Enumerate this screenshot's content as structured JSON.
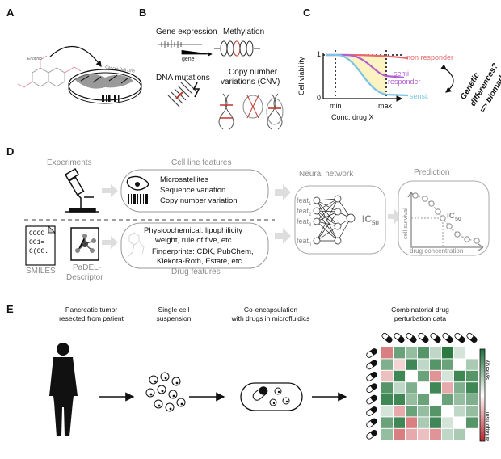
{
  "panels": {
    "a": "A",
    "b": "B",
    "c": "C",
    "d": "D",
    "e": "E"
  },
  "panel_a": {
    "drug_label": "Erlotinib",
    "dish_label": "Cancer Cell Line"
  },
  "panel_b": {
    "gene_expression": "Gene expression",
    "gene": "gene",
    "methylation": "Methylation",
    "dna_mutations": "DNA mutations",
    "cnv_line1": "Copy number",
    "cnv_line2": "variations (CNV)"
  },
  "panel_c": {
    "ylabel": "Cell viability",
    "xlabel": "Conc. drug X",
    "y_one": "1",
    "y_zero": "0",
    "x_min": "min",
    "x_max": "max",
    "non_responder": "non responder",
    "semi": "semi",
    "responder": "responder",
    "sensi": "sensi.",
    "side_line1": "Genetic",
    "side_line2": "differences?",
    "side_line3": "=> biomarker",
    "colors": {
      "non_responder": "#e8696b",
      "semi_responder": "#b15fd0",
      "sensitive": "#79c3e6",
      "shade": "#fdf3c2"
    }
  },
  "panel_d": {
    "experiments": "Experiments",
    "cell_line_features": "Cell line features",
    "features": [
      "Microsatellites",
      "Sequence variation",
      "Copy number variation"
    ],
    "smiles_box": [
      "COCC",
      "OC1=",
      "C(OC."
    ],
    "smiles": "SMILES",
    "padel_line1": "PaDEL-",
    "padel_line2": "Descriptor",
    "physchem_line1": "Physicochemical: lipophilicity",
    "physchem_line2": "weight, rule of five, etc.",
    "fp_line1": "Fingerprints:   CDK, PubChem,",
    "fp_line2": "Klekota-Roth, Estate, etc.",
    "drug_features": "Drug features",
    "neural_network": "Neural network",
    "feat": "feat",
    "sub1": "1",
    "sub2": "2",
    "sub3": "3",
    "subn": "n",
    "ic": "IC",
    "ic_sub": "50",
    "prediction": "Prediction",
    "cell_survival": "cell survival",
    "drug_concentration": "drug concentration"
  },
  "panel_e": {
    "step1_line1": "Pancreatic tumor",
    "step1_line2": "resected from patient",
    "step2_line1": "Single cell",
    "step2_line2": "suspension",
    "step3_line1": "Co-encapsulation",
    "step3_line2": "with drugs in microfluidics",
    "step4_line1": "Combinatorial drug",
    "step4_line2": "perturbation data",
    "synergy": "synergy",
    "antagonism": "antagonism",
    "colors": {
      "synergy": "#2a7a41",
      "antagonism": "#c0292f"
    },
    "heatmap": [
      [
        -0.6,
        0.7,
        0.5,
        0.8,
        0.3,
        1.0,
        0.2,
        0
      ],
      [
        0.6,
        -0.2,
        0.9,
        0.3,
        0.8,
        0.7,
        0,
        0.4
      ],
      [
        -0.3,
        0.9,
        0,
        0.7,
        -0.5,
        0.2,
        0.9,
        0.8
      ],
      [
        0.8,
        0.3,
        0.6,
        0,
        0.9,
        -0.4,
        0.6,
        0.9
      ],
      [
        0.9,
        0.9,
        0.5,
        0.7,
        0,
        0.7,
        0.5,
        0.6
      ],
      [
        0.2,
        -0.4,
        0.7,
        0.5,
        0.8,
        0,
        0.3,
        0.5
      ],
      [
        0.7,
        0.9,
        -0.6,
        0.4,
        0.9,
        0.2,
        0,
        0.8
      ],
      [
        0.5,
        -0.6,
        -0.4,
        -0.3,
        -0.5,
        0.3,
        0.4,
        0
      ]
    ]
  }
}
